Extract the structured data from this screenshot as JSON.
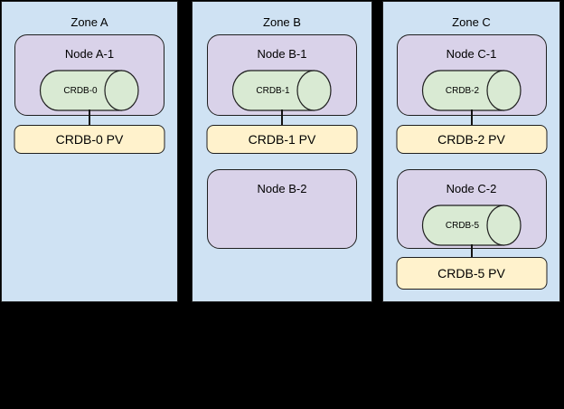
{
  "diagram": {
    "zones": [
      {
        "title": "Zone A",
        "nodes": [
          {
            "title": "Node A-1",
            "db": "CRDB-0",
            "pv": "CRDB-0 PV"
          }
        ]
      },
      {
        "title": "Zone B",
        "nodes": [
          {
            "title": "Node B-1",
            "db": "CRDB-1",
            "pv": "CRDB-1 PV"
          },
          {
            "title": "Node B-2"
          }
        ]
      },
      {
        "title": "Zone C",
        "nodes": [
          {
            "title": "Node C-1",
            "db": "CRDB-2",
            "pv": "CRDB-2 PV"
          },
          {
            "title": "Node C-2",
            "db": "CRDB-5",
            "pv": "CRDB-5 PV"
          }
        ]
      }
    ],
    "colors": {
      "background": "#000000",
      "zone_fill": "#cfe2f3",
      "node_fill": "#d9d2e9",
      "db_fill": "#d9ead3",
      "pv_fill": "#fff2cc",
      "border": "#1f1f1f"
    }
  }
}
